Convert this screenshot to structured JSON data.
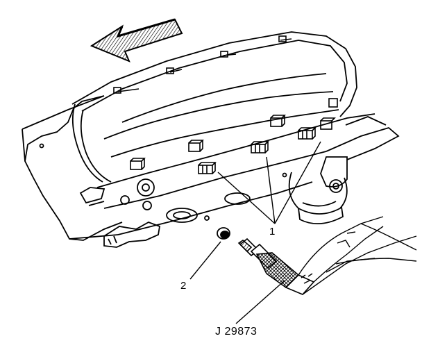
{
  "callouts": {
    "item_1": "1",
    "item_2": "2",
    "tool_number": "J 29873"
  }
}
